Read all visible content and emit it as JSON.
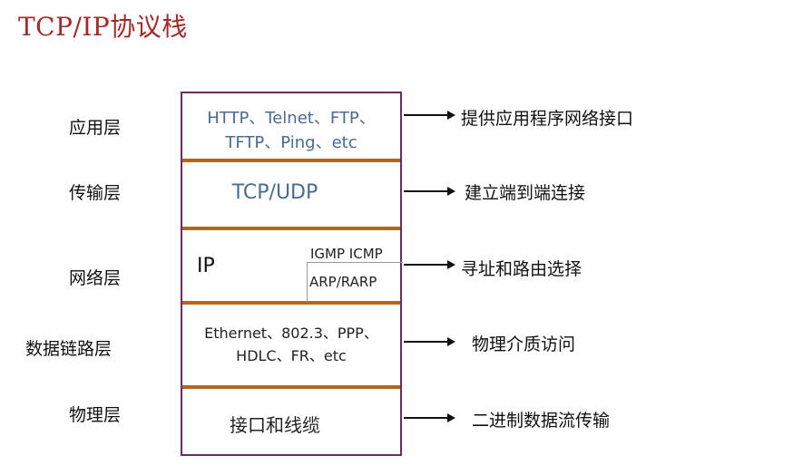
{
  "title": "TCP/IP协议栈",
  "layers": [
    {
      "name": "应用层",
      "protocols_line1": "HTTP、Telnet、FTP、",
      "protocols_line2": "TFTP、Ping、etc",
      "description": "提供应用程序网络接口"
    },
    {
      "name": "传输层",
      "protocols": "TCP/UDP",
      "description": "建立端到端连接"
    },
    {
      "name": "网络层",
      "protocol_main": "IP",
      "protocol_top_right": "IGMP ICMP",
      "protocol_bottom_right": "ARP/RARP",
      "description": "寻址和路由选择"
    },
    {
      "name": "数据链路层",
      "protocols_line1": "Ethernet、802.3、PPP、",
      "protocols_line2": "HDLC、FR、etc",
      "description": "物理介质访问"
    },
    {
      "name": "物理层",
      "protocols": "接口和线缆",
      "description": "二进制数据流传输"
    }
  ],
  "colors": {
    "title": "#a32a2a",
    "border": "#6d2b63",
    "separator": "#b8651c",
    "protocol_text_blue": "#4a6b92"
  }
}
